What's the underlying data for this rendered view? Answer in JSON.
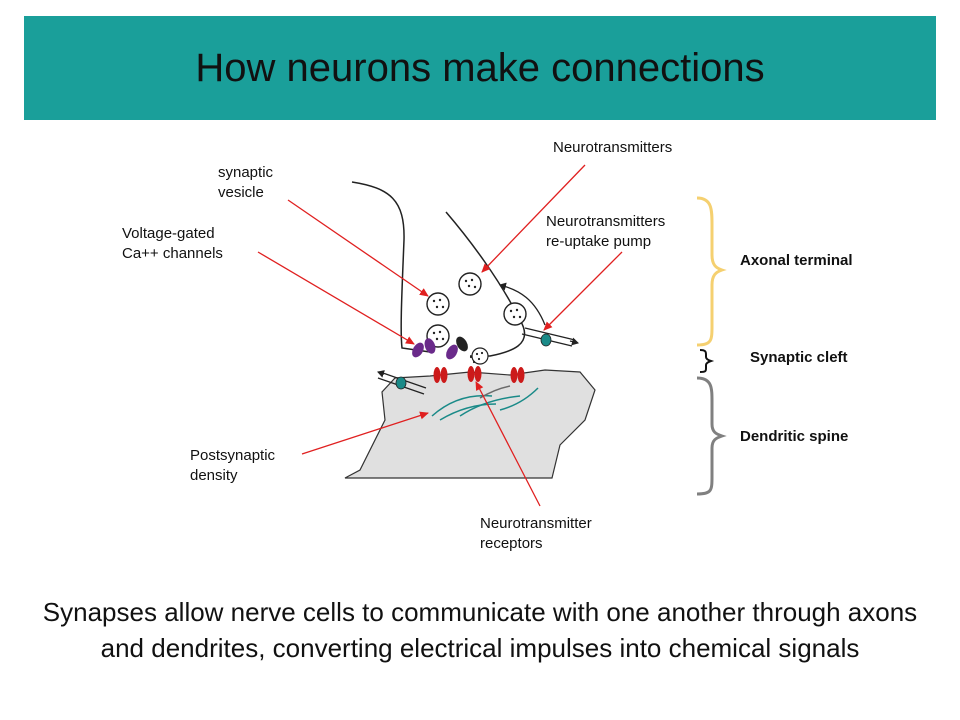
{
  "title": "How neurons make connections",
  "labels": {
    "synaptic_vesicle": "synaptic\nvesicle",
    "voltage_gated": "Voltage-gated\nCa++ channels",
    "neurotransmitters": "Neurotransmitters",
    "reuptake_pump": "Neurotransmitters\nre-uptake pump",
    "postsynaptic_density": "Postsynaptic\ndensity",
    "receptors": "Neurotransmitter\nreceptors"
  },
  "regions": {
    "axonal_terminal": "Axonal terminal",
    "synaptic_cleft": "Synaptic cleft",
    "dendritic_spine": "Dendritic spine"
  },
  "caption": "Synapses allow nerve cells to communicate with one another through axons and dendrites, converting electrical impulses into chemical signals",
  "colors": {
    "header": "#1a9f9a",
    "arrow": "#e02020",
    "axon_brace": "#f5d070",
    "spine_brace": "#808080",
    "channel": "#6a2a8a",
    "receptor": "#cc1a1a",
    "pump": "#1a8a88",
    "spine_fill": "#e0e0e0"
  }
}
